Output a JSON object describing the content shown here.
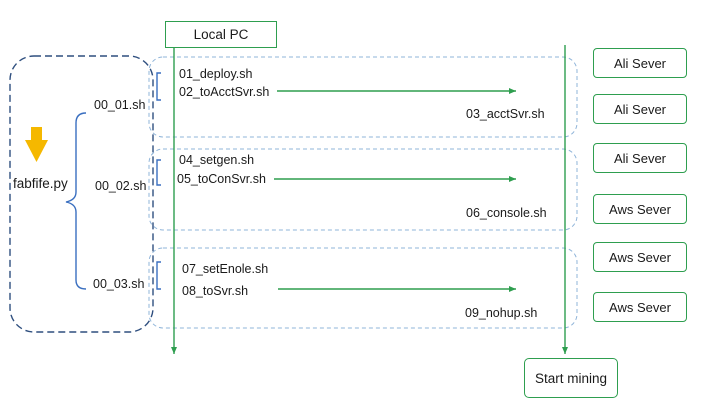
{
  "local_pc": "Local PC",
  "start_mining": "Start mining",
  "main_script": "fabfife.py",
  "groups": [
    {
      "shell": "00_01.sh",
      "steps": [
        "01_deploy.sh",
        "02_toAcctSvr.sh"
      ],
      "target": "03_acctSvr.sh"
    },
    {
      "shell": "00_02.sh",
      "steps": [
        "04_setgen.sh",
        "05_toConSvr.sh"
      ],
      "target": "06_console.sh"
    },
    {
      "shell": "00_03.sh",
      "steps": [
        "07_setEnole.sh",
        "08_toSvr.sh"
      ],
      "target": "09_nohup.sh"
    }
  ],
  "servers": [
    "Ali Sever",
    "Ali Sever",
    "Ali Sever",
    "Aws Sever",
    "Aws Sever",
    "Aws Sever"
  ],
  "colors": {
    "green": "#2e9e4f",
    "dark_blue": "#2f4f7f",
    "light_blue": "#8fb4d9",
    "bracket_blue": "#3a6fc0",
    "arrow_orange": "#f5b800"
  },
  "icons": {
    "down_arrow": "down-arrow-icon"
  }
}
